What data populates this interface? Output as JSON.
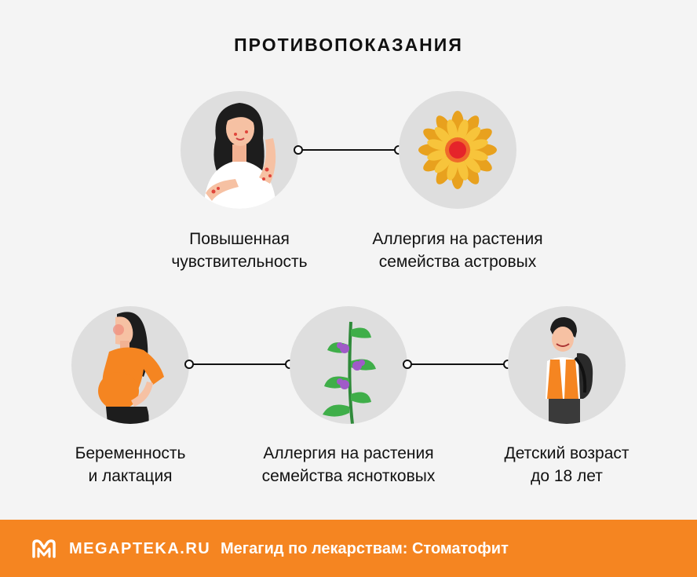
{
  "title": "ПРОТИВОПОКАЗАНИЯ",
  "items": [
    {
      "line1": "Повышенная",
      "line2": "чувствительность",
      "icon": "woman-scratching-rash-icon"
    },
    {
      "line1": "Аллергия на растения",
      "line2": "семейства астровых",
      "icon": "flower-icon"
    },
    {
      "line1": "Беременность",
      "line2": "и лактация",
      "icon": "pregnant-woman-icon"
    },
    {
      "line1": "Аллергия на растения",
      "line2": "семейства яснотковых",
      "icon": "plant-icon"
    },
    {
      "line1": "Детский возраст",
      "line2": "до 18 лет",
      "icon": "schoolboy-icon"
    }
  ],
  "footer": {
    "brand": "MEGAPTEKA.RU",
    "tagline": "Мегагид по лекарствам: Стоматофит",
    "logo_icon": "megapteka-logo-icon"
  },
  "colors": {
    "accent": "#f58521",
    "background": "#f4f4f4",
    "circle": "#dedede",
    "text": "#111111"
  }
}
